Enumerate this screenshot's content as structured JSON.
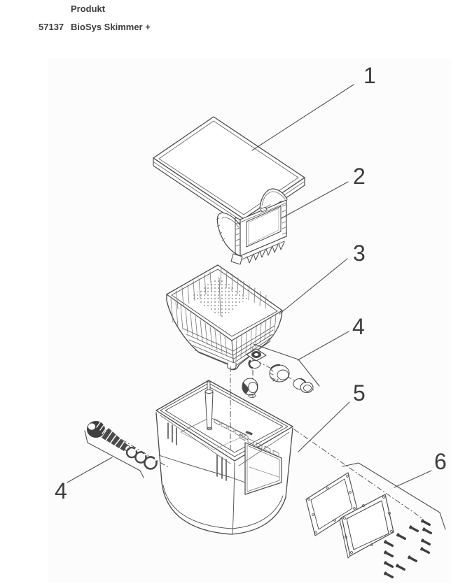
{
  "header": {
    "column_label": "Produkt",
    "product_number": "57137",
    "product_name": "BioSys Skimmer +",
    "text_color": "#3d3d3d"
  },
  "diagram": {
    "panel_background": "#fcfcfc",
    "line_color": "#4a4a4a",
    "callout_color": "#3c3c3c",
    "callouts": [
      {
        "part": "lid",
        "label": "1"
      },
      {
        "part": "flap-frame",
        "label": "2"
      },
      {
        "part": "debris-basket",
        "label": "3"
      },
      {
        "part": "fitting-set-right",
        "label": "4"
      },
      {
        "part": "housing",
        "label": "5"
      },
      {
        "part": "flange-gasket-screw-set",
        "label": "6"
      },
      {
        "part": "fitting-set-left",
        "label": "4"
      }
    ]
  }
}
